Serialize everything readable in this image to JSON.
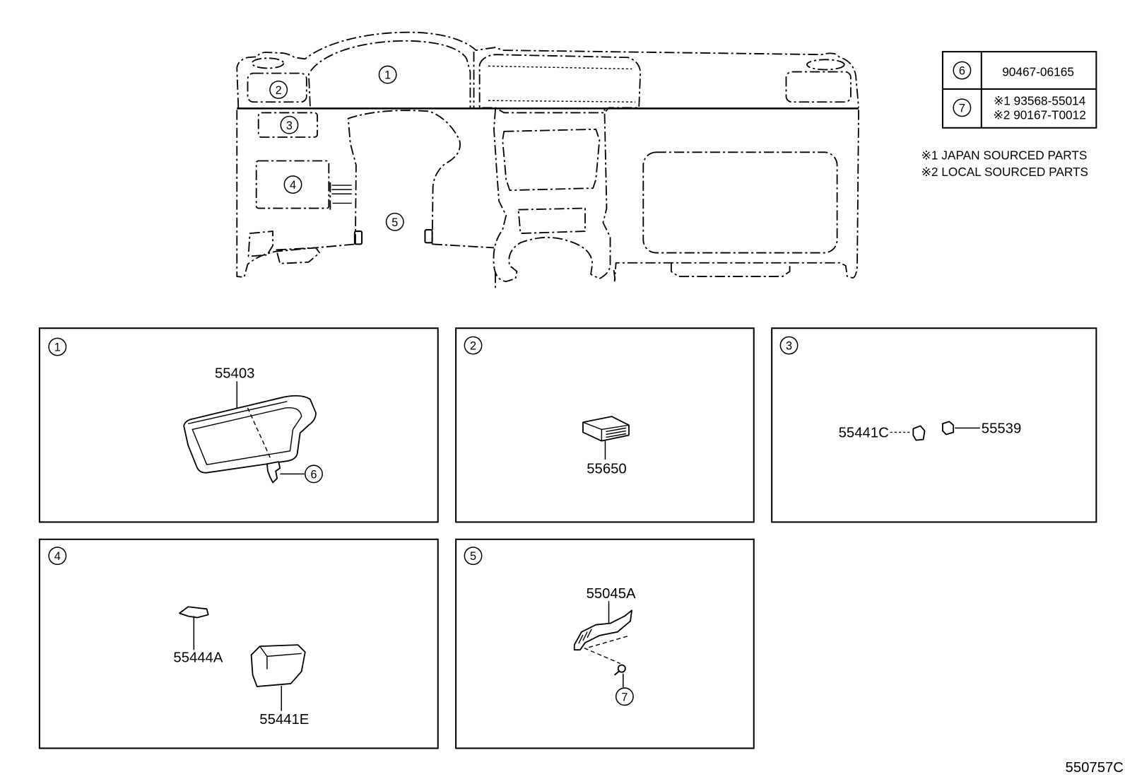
{
  "overview": {
    "callouts": [
      {
        "number": "1"
      },
      {
        "number": "2"
      },
      {
        "number": "3"
      },
      {
        "number": "4"
      },
      {
        "number": "5"
      }
    ]
  },
  "legend_table": {
    "rows": [
      {
        "ref": "6",
        "parts": [
          "90467-06165"
        ]
      },
      {
        "ref": "7",
        "parts": [
          "※1 93568-55014",
          "※2 90167-T0012"
        ]
      }
    ]
  },
  "notes": [
    "※1 JAPAN SOURCED PARTS",
    "※2 LOCAL SOURCED PARTS"
  ],
  "panels": [
    {
      "number": "1",
      "labels": [
        "55403"
      ],
      "callouts": [
        "6"
      ]
    },
    {
      "number": "2",
      "labels": [
        "55650"
      ]
    },
    {
      "number": "3",
      "labels": [
        "55441C",
        "55539"
      ]
    },
    {
      "number": "4",
      "labels": [
        "55444A",
        "55441E"
      ]
    },
    {
      "number": "5",
      "labels": [
        "55045A"
      ],
      "callouts": [
        "7"
      ]
    }
  ],
  "diagram_id": "550757C"
}
